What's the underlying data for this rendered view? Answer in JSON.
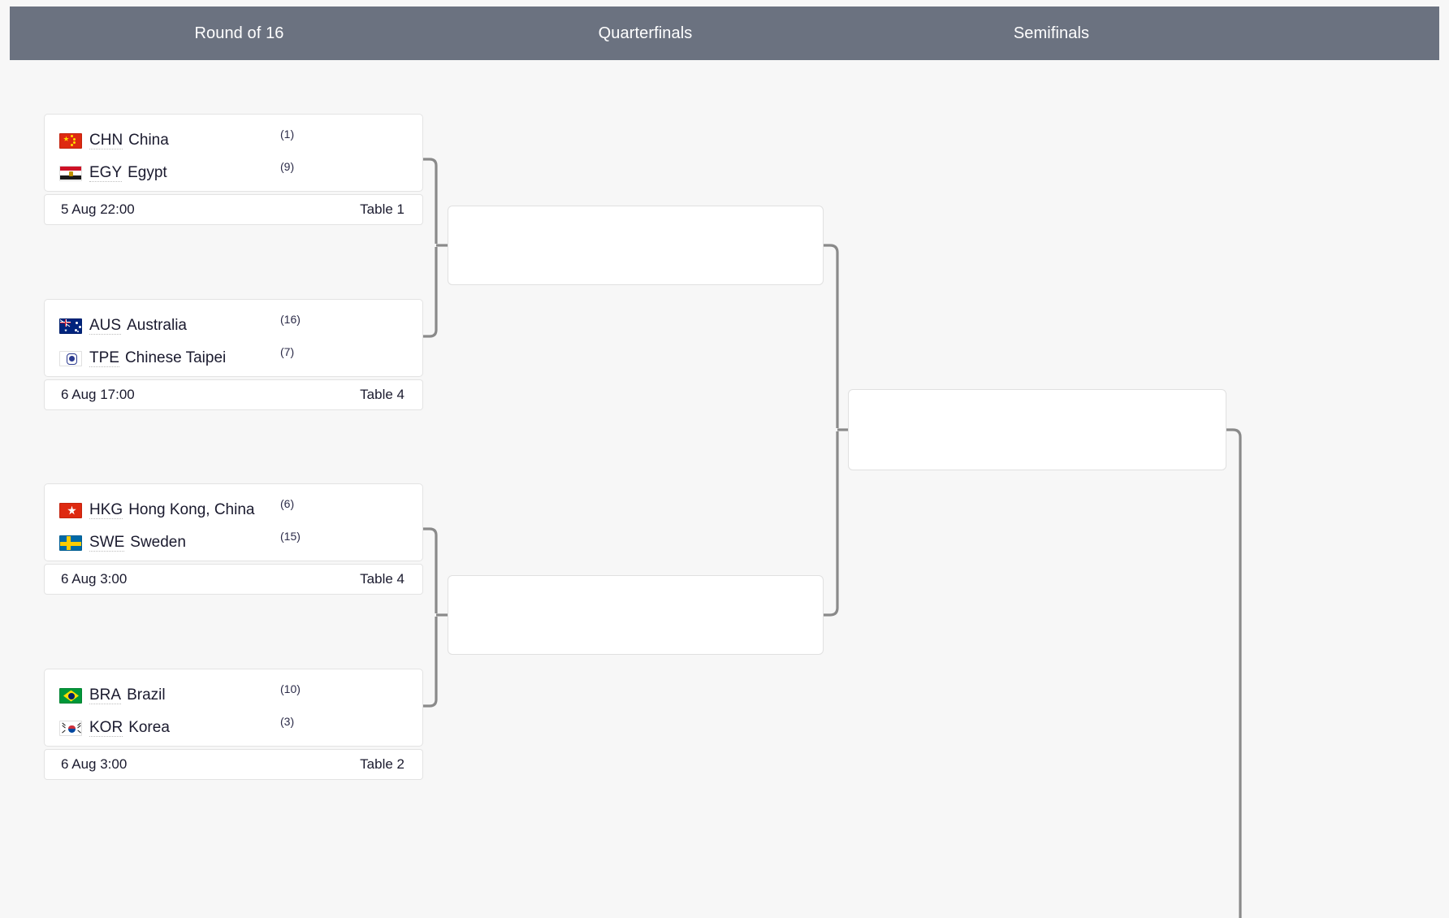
{
  "header": {
    "rounds": [
      {
        "label": "Round of 16"
      },
      {
        "label": "Quarterfinals"
      },
      {
        "label": "Semifinals"
      }
    ],
    "bar_color": "#6b7280",
    "text_color": "#ffffff"
  },
  "bracket": {
    "round_of_16": [
      {
        "teams": [
          {
            "flag": "flag-cn-icon",
            "code": "CHN",
            "name": "China",
            "seed": "(1)"
          },
          {
            "flag": "flag-eg-icon",
            "code": "EGY",
            "name": "Egypt",
            "seed": "(9)"
          }
        ],
        "time": "5 Aug 22:00",
        "table": "Table 1"
      },
      {
        "teams": [
          {
            "flag": "flag-au-icon",
            "code": "AUS",
            "name": "Australia",
            "seed": "(16)"
          },
          {
            "flag": "flag-tw-icon",
            "code": "TPE",
            "name": "Chinese Taipei",
            "seed": "(7)"
          }
        ],
        "time": "6 Aug 17:00",
        "table": "Table 4"
      },
      {
        "teams": [
          {
            "flag": "flag-hk-icon",
            "code": "HKG",
            "name": "Hong Kong, China",
            "seed": "(6)"
          },
          {
            "flag": "flag-se-icon",
            "code": "SWE",
            "name": "Sweden",
            "seed": "(15)"
          }
        ],
        "time": "6 Aug 3:00",
        "table": "Table 4"
      },
      {
        "teams": [
          {
            "flag": "flag-br-icon",
            "code": "BRA",
            "name": "Brazil",
            "seed": "(10)"
          },
          {
            "flag": "flag-kr-icon",
            "code": "KOR",
            "name": "Korea",
            "seed": "(3)"
          }
        ],
        "time": "6 Aug 3:00",
        "table": "Table 2"
      }
    ],
    "quarterfinals": [
      {
        "teams": [],
        "time": "",
        "table": ""
      },
      {
        "teams": [],
        "time": "",
        "table": ""
      }
    ],
    "semifinals": [
      {
        "teams": [],
        "time": "",
        "table": ""
      }
    ]
  },
  "theme": {
    "page_background": "#f7f7f7",
    "card_background": "#ffffff",
    "card_border": "#e3e3e3",
    "connector_line": "#8a8a8a",
    "text_primary": "#1a1a2e"
  }
}
